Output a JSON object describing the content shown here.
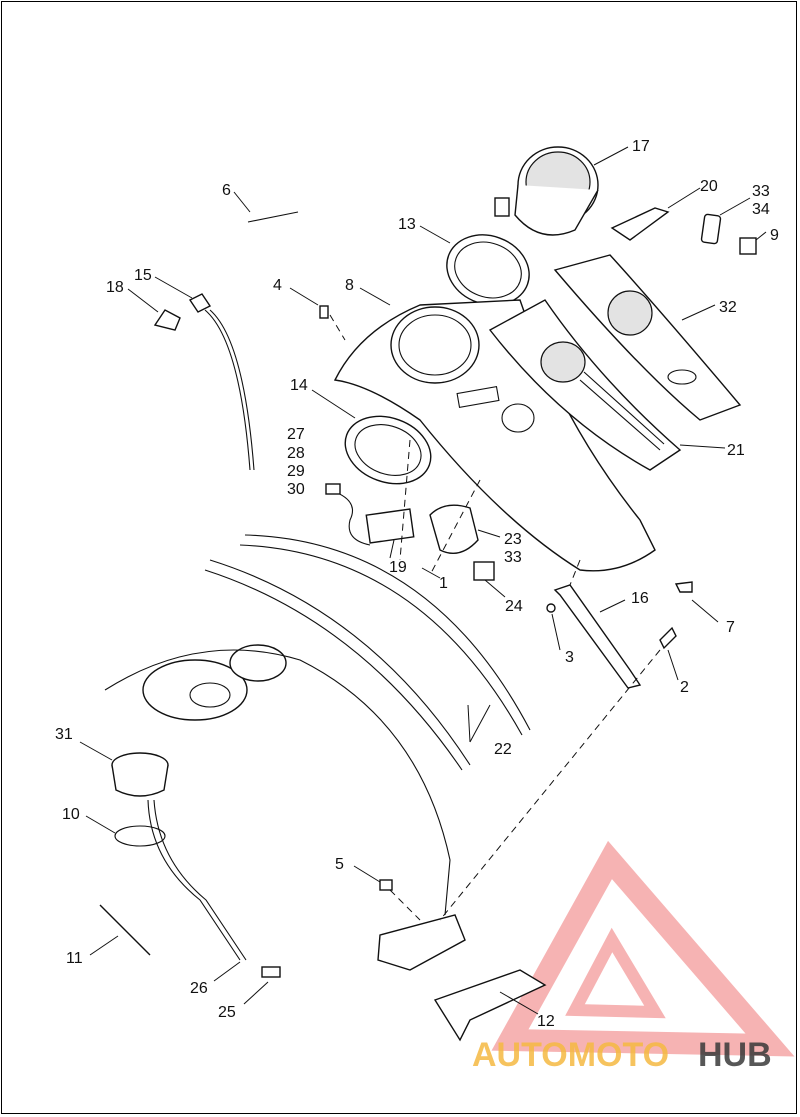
{
  "callouts": [
    {
      "id": "c1",
      "text": "1"
    },
    {
      "id": "c2",
      "text": "2"
    },
    {
      "id": "c3",
      "text": "3"
    },
    {
      "id": "c4",
      "text": "4"
    },
    {
      "id": "c5",
      "text": "5"
    },
    {
      "id": "c6",
      "text": "6"
    },
    {
      "id": "c7",
      "text": "7"
    },
    {
      "id": "c8",
      "text": "8"
    },
    {
      "id": "c9",
      "text": "9"
    },
    {
      "id": "c10",
      "text": "10"
    },
    {
      "id": "c11",
      "text": "11"
    },
    {
      "id": "c12",
      "text": "12"
    },
    {
      "id": "c13",
      "text": "13"
    },
    {
      "id": "c14",
      "text": "14"
    },
    {
      "id": "c15",
      "text": "15"
    },
    {
      "id": "c16",
      "text": "16"
    },
    {
      "id": "c17",
      "text": "17"
    },
    {
      "id": "c18",
      "text": "18"
    },
    {
      "id": "c19",
      "text": "19"
    },
    {
      "id": "c20",
      "text": "20"
    },
    {
      "id": "c21",
      "text": "21"
    },
    {
      "id": "c22",
      "text": "22"
    },
    {
      "id": "c23",
      "text": "23"
    },
    {
      "id": "c24",
      "text": "24"
    },
    {
      "id": "c25",
      "text": "25"
    },
    {
      "id": "c26",
      "text": "26"
    },
    {
      "id": "c27",
      "text": "27"
    },
    {
      "id": "c28",
      "text": "28"
    },
    {
      "id": "c29",
      "text": "29"
    },
    {
      "id": "c30",
      "text": "30"
    },
    {
      "id": "c31",
      "text": "31"
    },
    {
      "id": "c32",
      "text": "32"
    },
    {
      "id": "c33a",
      "text": "33"
    },
    {
      "id": "c33b",
      "text": "33"
    },
    {
      "id": "c34",
      "text": "34"
    }
  ],
  "watermark": {
    "text_part1": "AUTOMOTO",
    "text_part2": "HUB",
    "color_main": "#f39a9a",
    "color_text1": "#f5b942",
    "color_text2": "#3a3a3a"
  }
}
